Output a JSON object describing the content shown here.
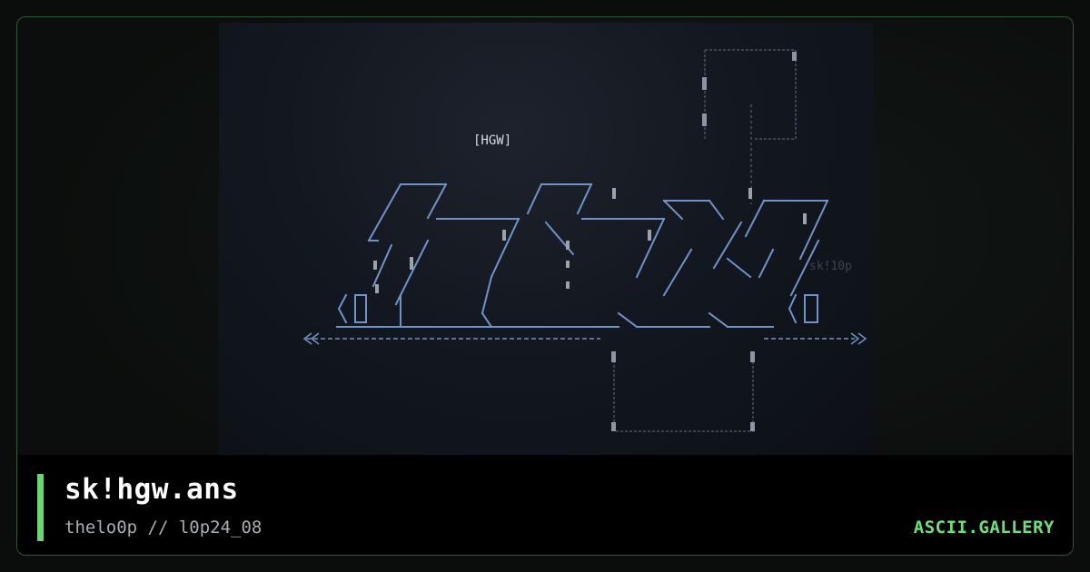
{
  "artwork": {
    "tag_text": "[HGW]",
    "signature_text": "sk!10p"
  },
  "footer": {
    "title": "sk!hgw.ans",
    "subtitle": "thelo0p // l0p24_08",
    "brand": "ASCII.GALLERY"
  },
  "colors": {
    "accent": "#59e06a",
    "brand": "#6ee07a",
    "art_blue": "#6f93c8",
    "art_gray": "#9aa3ad"
  }
}
